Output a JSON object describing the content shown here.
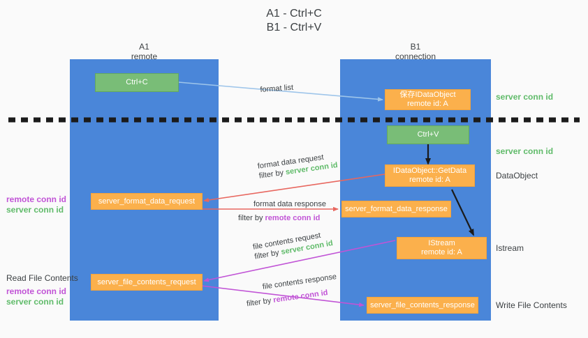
{
  "title": {
    "line1": "A1 - Ctrl+C",
    "line2": "B1 - Ctrl+V"
  },
  "colors": {
    "background": "#fafafa",
    "lane": "#4a86d9",
    "green_box": "#79bd77",
    "orange_box": "#fbb04c",
    "server_conn": "#60bb6a",
    "remote_conn": "#c154d6",
    "arrow_blue": "#9ec5ea",
    "arrow_red": "#e8675f",
    "arrow_magenta": "#c154d6",
    "arrow_black": "#1b1b1b",
    "divider": "#1b1b1b"
  },
  "lanes": [
    {
      "name": "A1",
      "sub": "remote"
    },
    {
      "name": "B1",
      "sub": "connection"
    }
  ],
  "boxes": {
    "ctrl_c": "Ctrl+C",
    "ctrl_v": "Ctrl+V",
    "save_idataobject": {
      "line1": "保存IDataObject",
      "line2": "remote id: A"
    },
    "getdata": {
      "line1": "IDataObject::GetData",
      "line2": "remote id: A"
    },
    "istream": {
      "line1": "IStream",
      "line2": "remote id: A"
    },
    "server_format_data_request": "server_format_data_request",
    "server_format_data_response": "server_format_data_response",
    "server_file_contents_request": "server_file_contents_request",
    "server_file_contents_response": "server_file_contents_response"
  },
  "edge_labels": {
    "format_list": "format list",
    "format_data_request": "format data request",
    "format_data_request_filter_prefix": "filter by ",
    "format_data_request_filter_key": "server conn id",
    "format_data_response": "format data response",
    "format_data_response_filter_prefix": "filter by ",
    "format_data_response_filter_key": "remote conn id",
    "file_contents_request": "file contents request",
    "file_contents_request_filter_prefix": "filter by ",
    "file_contents_request_filter_key": "server conn id",
    "file_contents_response": "file contents response",
    "file_contents_response_filter_prefix": "filter by ",
    "file_contents_response_filter_key": "remote conn id"
  },
  "right_labels": {
    "server_conn_top": "server conn id",
    "server_conn_mid": "server conn id",
    "dataobject": "DataObject",
    "istream": "Istream",
    "write_file_contents": "Write File Contents"
  },
  "left_labels": {
    "remote_conn_1": "remote conn id",
    "server_conn_1": "server conn id",
    "read_file_contents": "Read File Contents",
    "remote_conn_2": "remote conn id",
    "server_conn_2": "server conn id"
  }
}
